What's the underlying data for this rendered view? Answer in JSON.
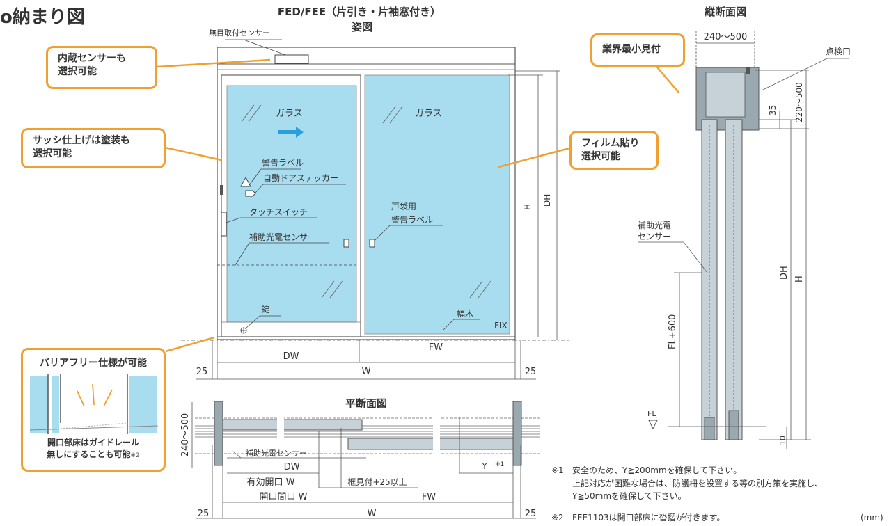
{
  "page_title": "o納まり図",
  "front_view": {
    "title_line1": "FED/FEE（片引き・片袖窓付き）",
    "title_line2": "姿図",
    "labels": {
      "sensor": "無目取付センサー",
      "glass_left": "ガラス",
      "glass_right": "ガラス",
      "warning_label": "警告ラベル",
      "door_sticker": "自動ドアステッカー",
      "touch_switch": "タッチスイッチ",
      "aux_sensor": "補助光電センサー",
      "pocket_label_1": "戸袋用",
      "pocket_label_2": "警告ラベル",
      "lock": "錠",
      "baseboard": "幅木",
      "fix": "FIX"
    },
    "dims": {
      "H": "H",
      "DH": "DH",
      "DW": "DW",
      "FW": "FW",
      "W": "W",
      "side_left": "25",
      "side_right": "25"
    }
  },
  "callouts": {
    "builtin_sensor": [
      "内蔵センサーも",
      "選択可能"
    ],
    "sash_finish": [
      "サッシ仕上げは塗装も",
      "選択可能"
    ],
    "film": [
      "フィルム貼り",
      "選択可能"
    ],
    "barrier_free": "バリアフリー仕様が可能",
    "floor_rail": [
      "開口部床はガイドレール",
      "無しにすることも可能"
    ],
    "floor_rail_mark": "※2",
    "min_frame": "業界最小見付"
  },
  "plan_view": {
    "title": "平断面図",
    "labels": {
      "depth": "240〜500",
      "aux_sensor": "補助光電センサー",
      "DW": "DW",
      "effective_opening": "有効開口 W",
      "frame_note": "框見付+25以上",
      "opening": "開口間口 W",
      "FW": "FW",
      "W": "W",
      "side_left": "25",
      "side_right": "25",
      "Y": "Y",
      "Y_mark": "※1"
    }
  },
  "section_view": {
    "title": "縦断面図",
    "labels": {
      "width": "240〜500",
      "inspection": "点検口",
      "dim_35": "35",
      "dim_220": "220〜500",
      "aux_sensor_1": "補助光電",
      "aux_sensor_2": "センサー",
      "DH": "DH",
      "H": "H",
      "FL600": "FL+600",
      "FL": "FL",
      "dim_10": "10"
    }
  },
  "notes": {
    "n1_mark": "※1",
    "n1_line1": "安全のため、Y≧200mmを確保して下さい。",
    "n1_line2": "上記対応が困難な場合は、防護柵を設置する等の別方策を実施し、",
    "n1_line3": "Y≧50mmを確保して下さい。",
    "n2_mark": "※2",
    "n2_line1": "FEE1103は開口部床に沓摺が付きます。",
    "unit": "(mm)"
  },
  "colors": {
    "accent": "#f0a030",
    "glass": "#a8dcef",
    "frame": "#9aa8b0",
    "arrow": "#29a0dc"
  }
}
